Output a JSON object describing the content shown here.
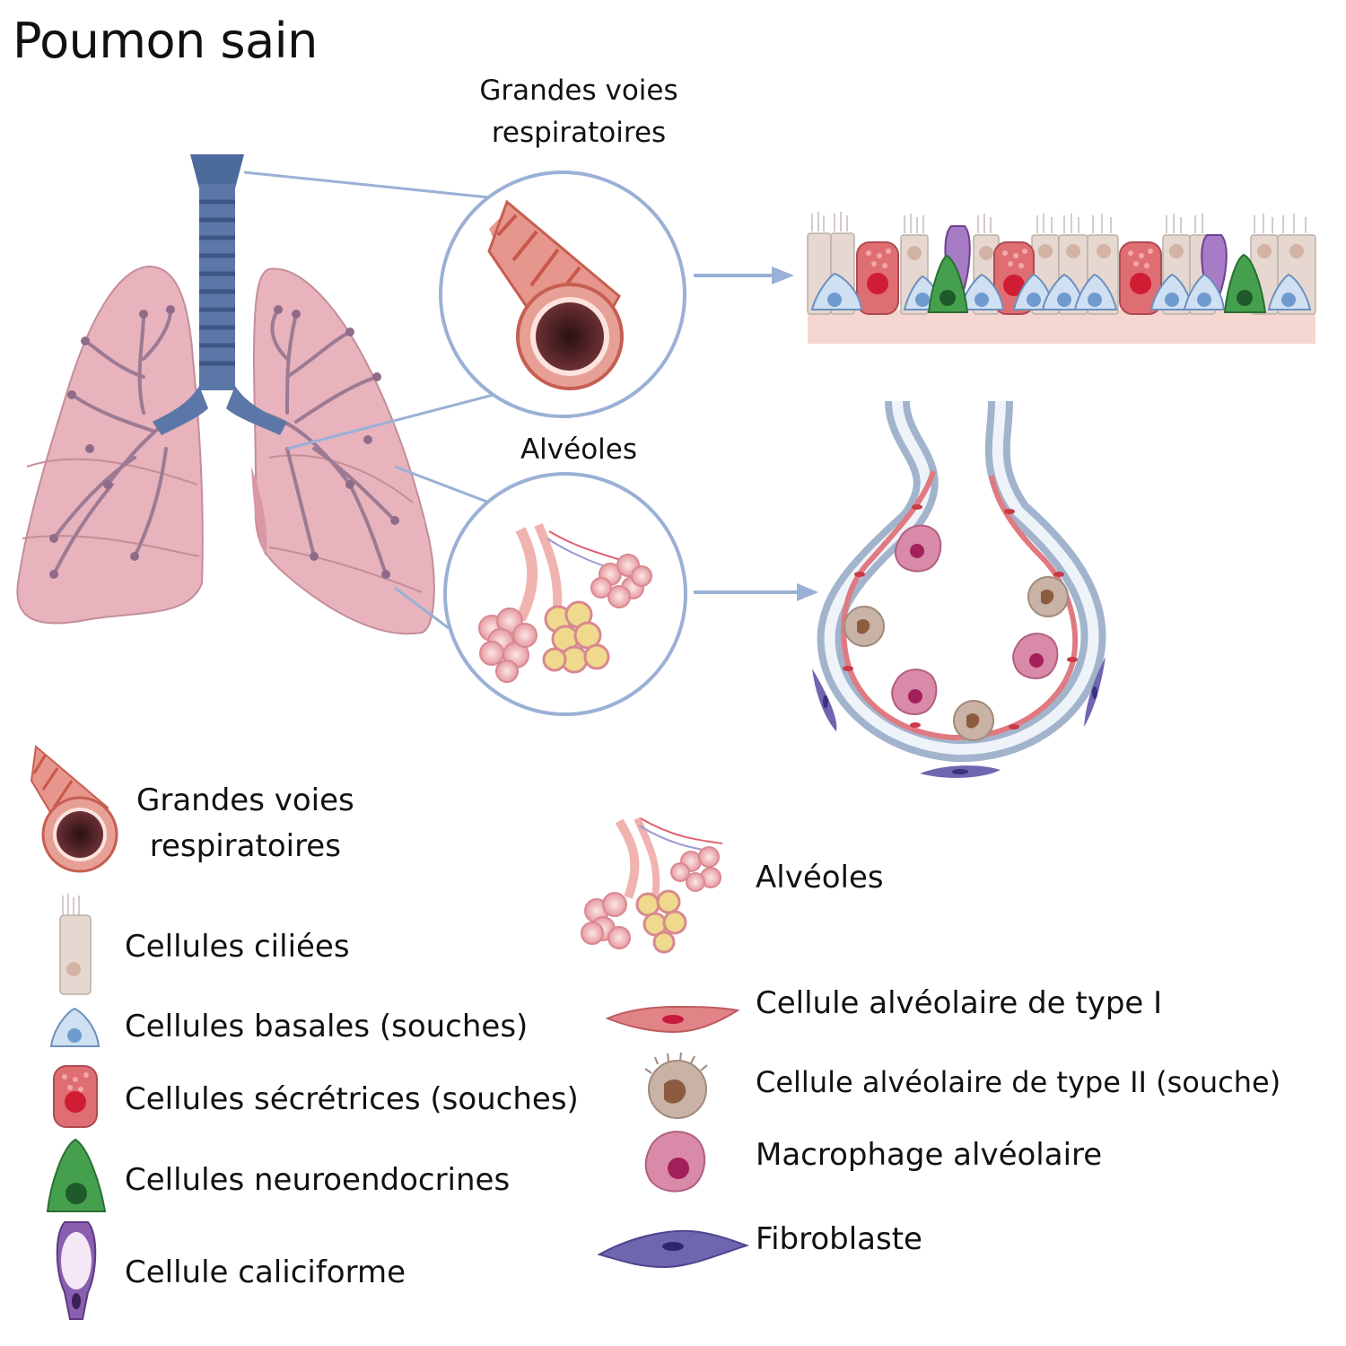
{
  "title": "Poumon sain",
  "callouts": {
    "airways_line1": "Grandes voies",
    "airways_line2": "respiratoires",
    "alveoli": "Alvéoles"
  },
  "legend": {
    "left": [
      {
        "icon": "airway-tube-icon",
        "line1": "Grandes voies",
        "line2": "respiratoires"
      },
      {
        "icon": "ciliated-cell-icon",
        "label": "Cellules ciliées"
      },
      {
        "icon": "basal-cell-icon",
        "label": "Cellules basales (souches)"
      },
      {
        "icon": "secretory-cell-icon",
        "label": "Cellules sécrétrices (souches)"
      },
      {
        "icon": "neuroendocrine-cell-icon",
        "label": "Cellules neuroendocrines"
      },
      {
        "icon": "goblet-cell-icon",
        "label": "Cellule caliciforme"
      }
    ],
    "right": [
      {
        "icon": "alveoli-cluster-icon",
        "label": "Alvéoles"
      },
      {
        "icon": "type1-cell-icon",
        "label": "Cellule alvéolaire de type I"
      },
      {
        "icon": "type2-cell-icon",
        "label": "Cellule alvéolaire de type II (souche)"
      },
      {
        "icon": "macrophage-icon",
        "label": "Macrophage alvéolaire"
      },
      {
        "icon": "fibroblast-icon",
        "label": "Fibroblaste"
      }
    ]
  },
  "colors": {
    "lung": "#e8b4bc",
    "trachea": "#5b77a8",
    "connector": "#9ab0d6",
    "basal": "#c9ddf2",
    "secretory": "#d9686f",
    "neuroendocrine": "#3f9a48",
    "goblet": "#8a5fb0",
    "ciliated": "#e2d3cc",
    "fibroblast": "#6f66b0",
    "macrophage": "#d98aa8",
    "type2": "#bfa89a"
  }
}
